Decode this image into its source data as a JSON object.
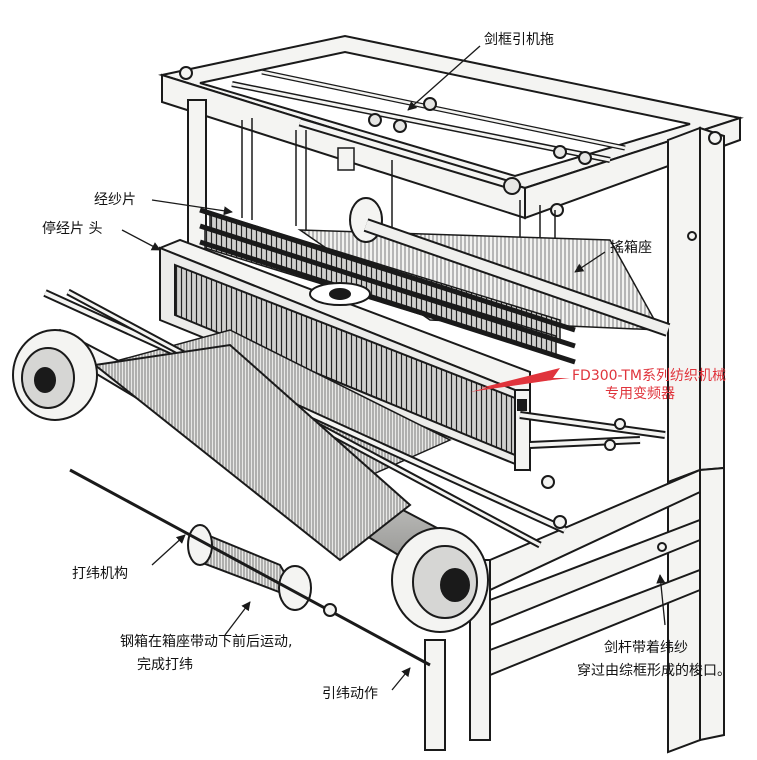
{
  "labels": {
    "rapier_cam": "剑框引机拖",
    "heddle": "经纱片",
    "drop_wire": "停经片 头",
    "sley_seat": "搖箱座",
    "inverter_line1": "FD300-TM系列纺织机械",
    "inverter_line2": "专用变频器",
    "beating_mech": "打纬机构",
    "reed_line1": "钢箱在箱座带动下前后运动,",
    "reed_line2": "完成打纬",
    "weft_insertion": "引纬动作",
    "rapier_line1": "剑杆带着纬纱",
    "rapier_line2": "穿过由综框形成的梭口。"
  },
  "colors": {
    "line": "#1a1a1a",
    "highlight": "#e0343c",
    "frame_fill": "#f4f4f2",
    "warp": "#8a8a8a"
  }
}
